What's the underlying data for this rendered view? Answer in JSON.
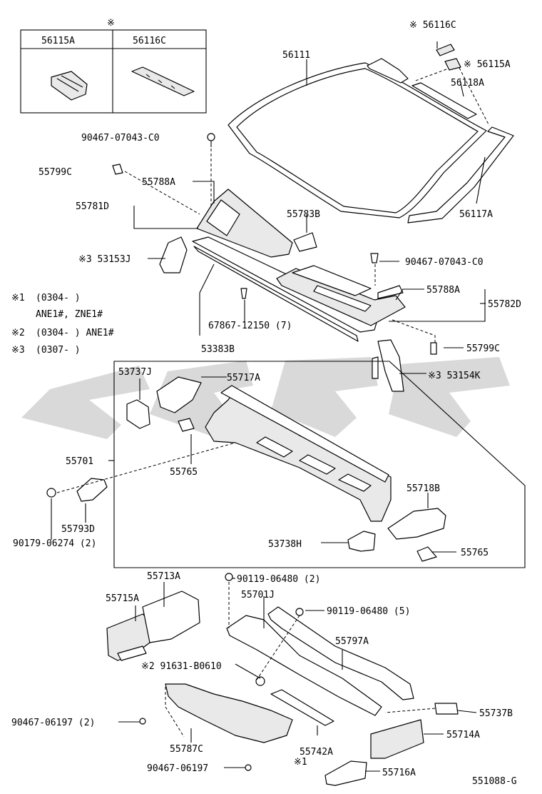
{
  "inset_table": {
    "mark": "※",
    "col1": "56115A",
    "col2": "56116C"
  },
  "notes": [
    {
      "mark": "※1",
      "text": "(0304-      )"
    },
    {
      "mark": "",
      "text": "ANE1#, ZNE1#"
    },
    {
      "mark": "※2",
      "text": "(0304-      ) ANE1#"
    },
    {
      "mark": "※3",
      "text": "(0307-      )"
    }
  ],
  "labels": {
    "p56116C": "※ 56116C",
    "p56115A": "※ 56115A",
    "p56111": "56111",
    "p56118A": "56118A",
    "p56117A": "56117A",
    "p90467_07043_top": "90467-07043-C0",
    "p55799C_top": "55799C",
    "p55788A_top": "55788A",
    "p55781D": "55781D",
    "p55783B": "55783B",
    "p53153J": "※3 53153J",
    "p90467_07043_mid": "90467-07043-C0",
    "p55788A_mid": "55788A",
    "p55782D": "55782D",
    "p67867": "67867-12150 (7)",
    "p53383B": "53383B",
    "p55799C_mid": "55799C",
    "p53154K": "※3 53154K",
    "p53737J": "53737J",
    "p55717A": "55717A",
    "p55701": "55701",
    "p55765_left": "55765",
    "p55718B": "55718B",
    "p55793D": "55793D",
    "p90179": "90179-06274 (2)",
    "p53738H": "53738H",
    "p55765_right": "55765",
    "p55713A": "55713A",
    "p90119_2": "90119-06480 (2)",
    "p55715A": "55715A",
    "p55701J": "55701J",
    "p90119_5": "90119-06480 (5)",
    "p55797A": "55797A",
    "p91631": "※2 91631-B0610",
    "p55737B": "55737B",
    "p90467_06197_2": "90467-06197 (2)",
    "p55714A": "55714A",
    "p55787C": "55787C",
    "p55742A": "55742A",
    "p_mark1": "※1",
    "p90467_06197": "90467-06197",
    "p55716A": "55716A",
    "drawing_no": "551088-G"
  }
}
